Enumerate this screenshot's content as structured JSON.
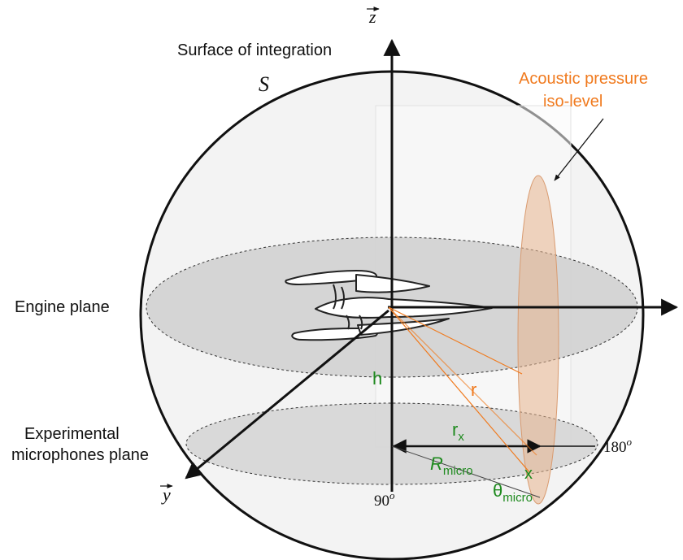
{
  "labels": {
    "surface_title": "Surface of integration",
    "surface_symbol": "S",
    "acoustic_line1": "Acoustic pressure",
    "acoustic_line2": "iso-level",
    "engine_plane": "Engine plane",
    "mic_plane_line1": "Experimental",
    "mic_plane_line2": "microphones plane",
    "axis_z": "z",
    "axis_y": "y",
    "h": "h",
    "r": "r",
    "rx_base": "r",
    "rx_sub": "x",
    "rmicro_base": "R",
    "rmicro_sub": "micro",
    "x_point": "x",
    "theta_base": "θ",
    "theta_sub": "micro",
    "angle_180_base": "180",
    "angle_180_sup": "o",
    "angle_90_base": "90",
    "angle_90_sup": "o"
  },
  "colors": {
    "line": "#111111",
    "orange": "#f07a1e",
    "green": "#1e8a1e",
    "plane_fill": "#cfcfcf",
    "sphere_fill": "#f4f4f4",
    "iso_fill": "#e8b48e"
  }
}
